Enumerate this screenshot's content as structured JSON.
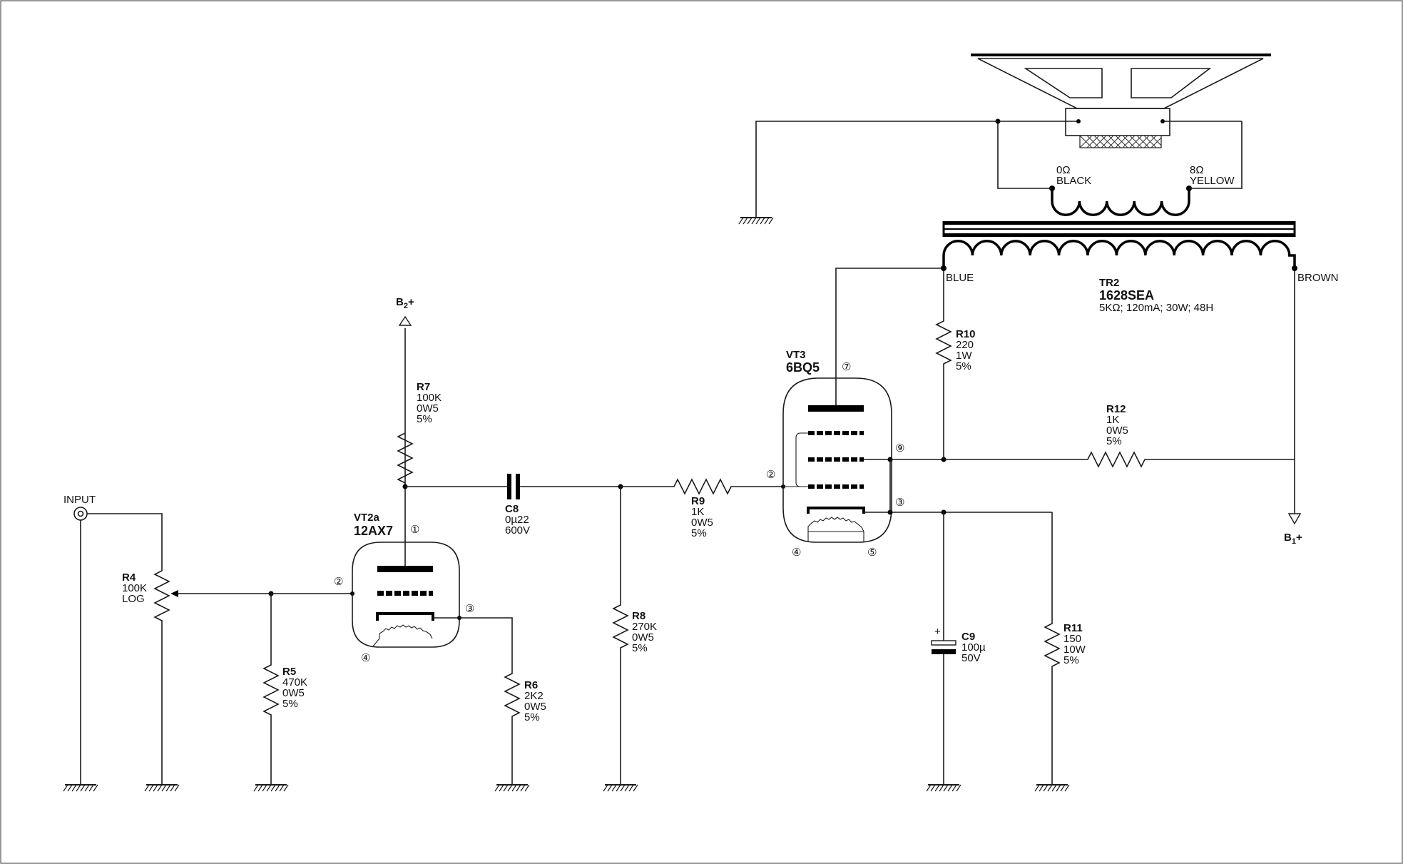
{
  "input": {
    "label": "INPUT"
  },
  "supplies": {
    "b2": {
      "main": "B",
      "sub": "2",
      "sign": "+"
    },
    "b1": {
      "main": "B",
      "sub": "1",
      "sign": "+"
    }
  },
  "tubes": {
    "vt2a": {
      "ref": "VT2a",
      "type": "12AX7",
      "pins": [
        "①",
        "②",
        "③",
        "④"
      ]
    },
    "vt3": {
      "ref": "VT3",
      "type": "6BQ5",
      "pins": [
        "⑦",
        "②",
        "⑨",
        "③",
        "④",
        "⑤"
      ]
    }
  },
  "components": {
    "r4": {
      "ref": "R4",
      "lines": [
        "100K",
        "LOG"
      ]
    },
    "r5": {
      "ref": "R5",
      "lines": [
        "470K",
        "0W5",
        "5%"
      ]
    },
    "r6": {
      "ref": "R6",
      "lines": [
        "2K2",
        "0W5",
        "5%"
      ]
    },
    "r7": {
      "ref": "R7",
      "lines": [
        "100K",
        "0W5",
        "5%"
      ]
    },
    "r8": {
      "ref": "R8",
      "lines": [
        "270K",
        "0W5",
        "5%"
      ]
    },
    "r9": {
      "ref": "R9",
      "lines": [
        "1K",
        "0W5",
        "5%"
      ]
    },
    "r10": {
      "ref": "R10",
      "lines": [
        "220",
        "1W",
        "5%"
      ]
    },
    "r11": {
      "ref": "R11",
      "lines": [
        "150",
        "10W",
        "5%"
      ]
    },
    "r12": {
      "ref": "R12",
      "lines": [
        "1K",
        "0W5",
        "5%"
      ]
    },
    "c8": {
      "ref": "C8",
      "lines": [
        "0µ22",
        "600V"
      ]
    },
    "c9": {
      "ref": "C9",
      "lines": [
        "100µ",
        "50V"
      ],
      "polarity": "+"
    }
  },
  "transformer": {
    "ref": "TR2",
    "part": "1628SEA",
    "spec": "5KΩ; 120mA; 30W; 48H",
    "primary": {
      "left": "BLUE",
      "right": "BROWN"
    },
    "secondary": {
      "left_ohm": "0Ω",
      "left_color": "BLACK",
      "right_ohm": "8Ω",
      "right_color": "YELLOW"
    }
  }
}
